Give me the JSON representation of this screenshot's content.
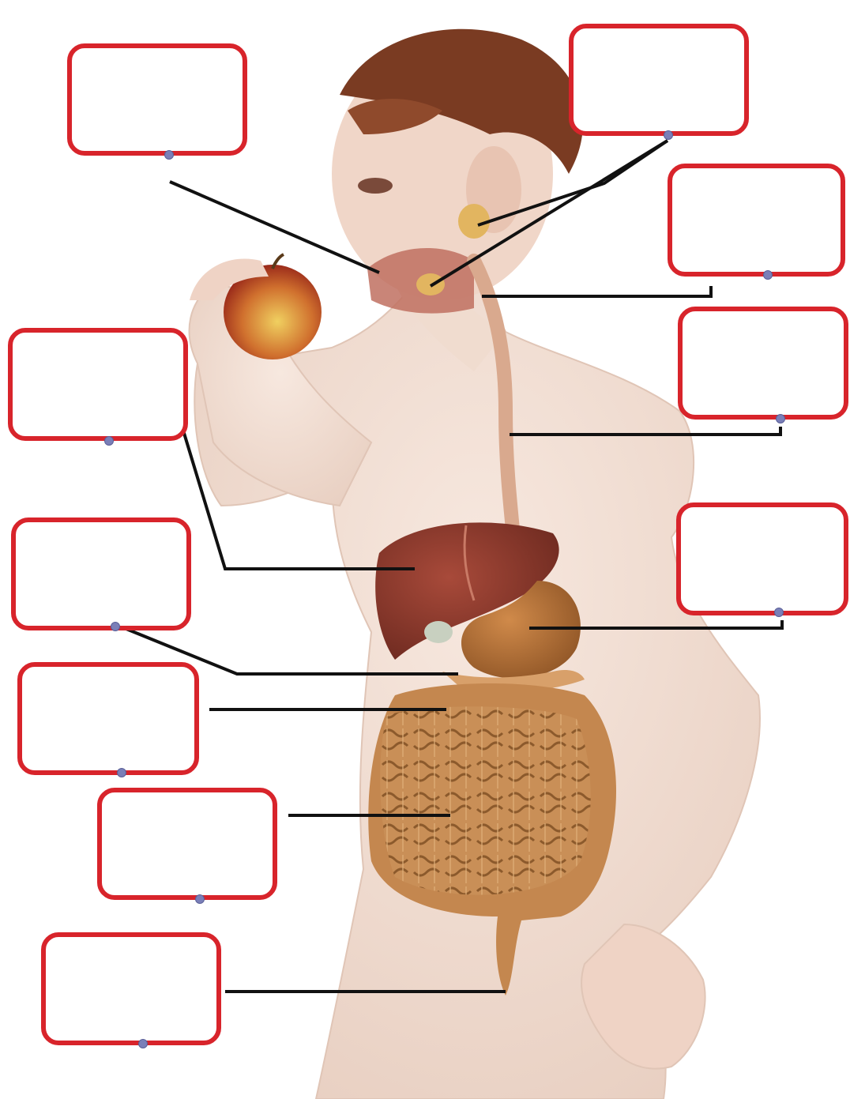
{
  "labels": [
    {
      "id": "mouth",
      "text": ""
    },
    {
      "id": "salivary-glands",
      "text": ""
    },
    {
      "id": "pharynx",
      "text": ""
    },
    {
      "id": "esophagus",
      "text": ""
    },
    {
      "id": "liver",
      "text": ""
    },
    {
      "id": "stomach",
      "text": ""
    },
    {
      "id": "gallbladder",
      "text": ""
    },
    {
      "id": "pancreas",
      "text": ""
    },
    {
      "id": "small-intestine",
      "text": ""
    },
    {
      "id": "rectum",
      "text": ""
    }
  ],
  "colors": {
    "box_border": "#d8242b",
    "leader_line": "#111111",
    "skin": "#f1ddd2",
    "hair": "#7a3b22",
    "liver": "#8e3b2c",
    "stomach": "#b6703a",
    "intestine": "#c98f57",
    "esophagus": "#d9a98e",
    "apple": "#c23a22"
  }
}
